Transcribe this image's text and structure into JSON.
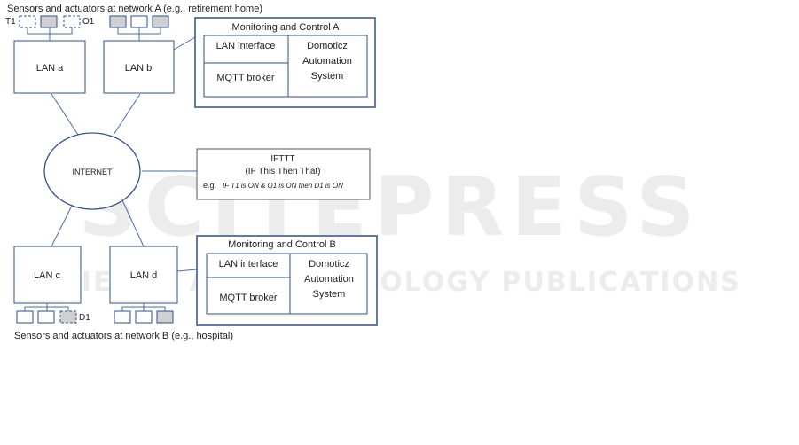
{
  "watermark": {
    "main": "SCITEPRESS",
    "sub": "SCIENCE AND TECHNOLOGY PUBLICATIONS"
  },
  "network_a": {
    "caption": "Sensors and actuators at network A (e.g., retirement home)",
    "label_t1": "T1",
    "label_o1": "O1",
    "lan_a": "LAN a",
    "lan_b": "LAN b"
  },
  "network_b": {
    "caption": "Sensors and actuators at network B (e.g., hospital)",
    "label_d1": "D1",
    "lan_c": "LAN c",
    "lan_d": "LAN d"
  },
  "internet": {
    "label": "INTERNET"
  },
  "ifttt": {
    "title": "IFTTT",
    "subtitle": "(IF This Then That)",
    "example_prefix": "e.g.",
    "example_rule": "IF T1 is  ON & O1 is ON then D1 is ON"
  },
  "monitor_a": {
    "title": "Monitoring and Control A",
    "lan_interface": "LAN interface",
    "mqtt": "MQTT broker",
    "domoticz_1": "Domoticz",
    "domoticz_2": "Automation",
    "domoticz_3": "System"
  },
  "monitor_b": {
    "title": "Monitoring and Control B",
    "lan_interface": "LAN interface",
    "mqtt": "MQTT broker",
    "domoticz_1": "Domoticz",
    "domoticz_2": "Automation",
    "domoticz_3": "System"
  },
  "colors": {
    "accent_border": "#2f4f8f",
    "sensor_fill": "#d0d0d0",
    "line": "#4a6fa5"
  }
}
